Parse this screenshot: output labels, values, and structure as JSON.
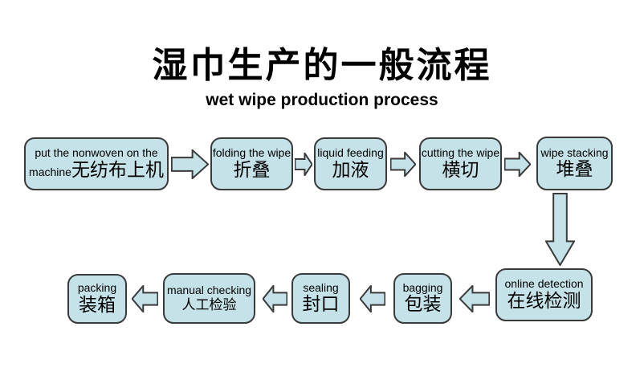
{
  "title": "湿巾生产的一般流程",
  "subtitle": "wet wipe production process",
  "colors": {
    "node-fill": "#c4e2e8",
    "node-border": "#3a3a3a",
    "text": "#000000",
    "background": "#ffffff"
  },
  "nodes": [
    {
      "id": "put-nonwoven-on-machine",
      "line1": "put the nonwoven on the",
      "line2_en": "machine",
      "zh": "无纺布上机"
    },
    {
      "id": "folding-the-wipe",
      "en": "folding the wipe",
      "zh": "折叠"
    },
    {
      "id": "liquid-feeding",
      "en": "liquid feeding",
      "zh": "加液"
    },
    {
      "id": "cutting-the-wipe",
      "en": "cutting the wipe",
      "zh": "横切"
    },
    {
      "id": "wipe-stacking",
      "en": "wipe stacking",
      "zh": "堆叠"
    },
    {
      "id": "online-detection",
      "en": "online detection",
      "zh": "在线检测"
    },
    {
      "id": "bagging",
      "en": "bagging",
      "zh": "包装"
    },
    {
      "id": "sealing",
      "en": "sealing",
      "zh": "封口"
    },
    {
      "id": "manual-checking",
      "en": "manual checking",
      "zh": "人工检验"
    },
    {
      "id": "packing",
      "en": "packing",
      "zh": "装箱"
    }
  ],
  "arrows": [
    {
      "from": "put-nonwoven-on-machine",
      "to": "folding-the-wipe",
      "direction": "right"
    },
    {
      "from": "folding-the-wipe",
      "to": "liquid-feeding",
      "direction": "right"
    },
    {
      "from": "liquid-feeding",
      "to": "cutting-the-wipe",
      "direction": "right"
    },
    {
      "from": "cutting-the-wipe",
      "to": "wipe-stacking",
      "direction": "right"
    },
    {
      "from": "wipe-stacking",
      "to": "online-detection",
      "direction": "down"
    },
    {
      "from": "online-detection",
      "to": "bagging",
      "direction": "left"
    },
    {
      "from": "bagging",
      "to": "sealing",
      "direction": "left"
    },
    {
      "from": "sealing",
      "to": "manual-checking",
      "direction": "left"
    },
    {
      "from": "manual-checking",
      "to": "packing",
      "direction": "left"
    }
  ]
}
